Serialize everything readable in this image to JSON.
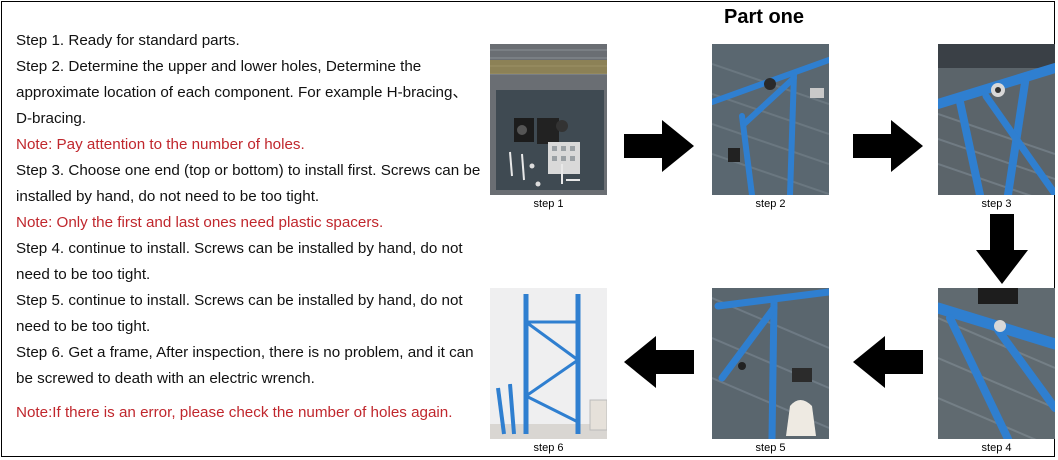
{
  "title": "Part one",
  "lines": [
    {
      "text": "Step 1. Ready for standard parts.",
      "note": false
    },
    {
      "text": "Step 2. Determine the upper and lower holes, Determine the",
      "note": false
    },
    {
      "text": "approximate location of each component. For example H-bracing、",
      "note": false
    },
    {
      "text": "D-bracing.",
      "note": false
    },
    {
      "text": "Note: Pay attention to the number of holes.",
      "note": true
    },
    {
      "text": "Step 3. Choose one end (top or bottom) to install first. Screws can be",
      "note": false
    },
    {
      "text": "installed by hand, do not need to be too tight.",
      "note": false
    },
    {
      "text": "Note: Only the first and last ones need plastic spacers.",
      "note": true
    },
    {
      "text": "Step 4. continue to install. Screws can be installed by hand, do not",
      "note": false
    },
    {
      "text": "need to be too tight.",
      "note": false
    },
    {
      "text": "Step 5. continue to install. Screws can be installed by hand, do not",
      "note": false
    },
    {
      "text": "need to be too tight.",
      "note": false
    },
    {
      "text": "Step 6. Get a frame, After inspection, there is no problem, and it can",
      "note": false
    },
    {
      "text": "be screwed to death with an electric wrench.",
      "note": false
    },
    {
      "text": "Note:If there is an error, please check the number of holes again.",
      "note": true,
      "gap": true
    }
  ],
  "steps": [
    {
      "caption": "step 1"
    },
    {
      "caption": "step 2"
    },
    {
      "caption": "step 3"
    },
    {
      "caption": "step 4"
    },
    {
      "caption": "step 5"
    },
    {
      "caption": "step 6"
    }
  ],
  "colors": {
    "note": "#c0272d",
    "rack_blue": "#2f7fd0",
    "carpet": "#5c6a72"
  },
  "icons": [
    "arrow-right-icon",
    "arrow-down-icon",
    "arrow-left-icon"
  ]
}
